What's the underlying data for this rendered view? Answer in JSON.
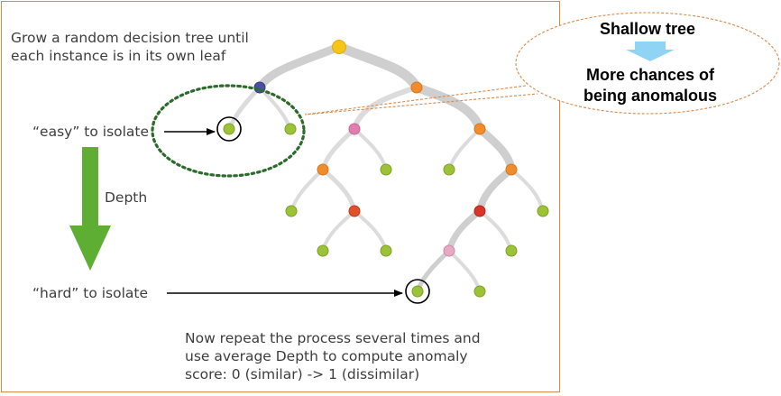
{
  "intro_text_line1": "Grow a random decision tree until",
  "intro_text_line2": "each instance is in its own leaf",
  "easy_label": "“easy” to isolate",
  "hard_label": "“hard” to isolate",
  "depth_label": "Depth",
  "footer_line1": "Now repeat the process several times and",
  "footer_line2": "use average Depth to compute anomaly",
  "footer_line3": "score: 0 (similar) -> 1 (dissimilar)",
  "callout_title": "Shallow tree",
  "callout_line1": "More chances of",
  "callout_line2": "being anomalous",
  "colors": {
    "frame": "#d9894a",
    "root_node": "#f5c518",
    "internal_orange": "#ef8c2e",
    "internal_red": "#e0502a",
    "internal_pink": "#e27db0",
    "internal_lightpink": "#e8a8c6",
    "internal_purple": "#4a4fa0",
    "leaf": "#9cc238",
    "depth_arrow": "#5fae34",
    "down_arrow": "#8fd4f5",
    "dotted_circle": "#2d6b2d"
  }
}
